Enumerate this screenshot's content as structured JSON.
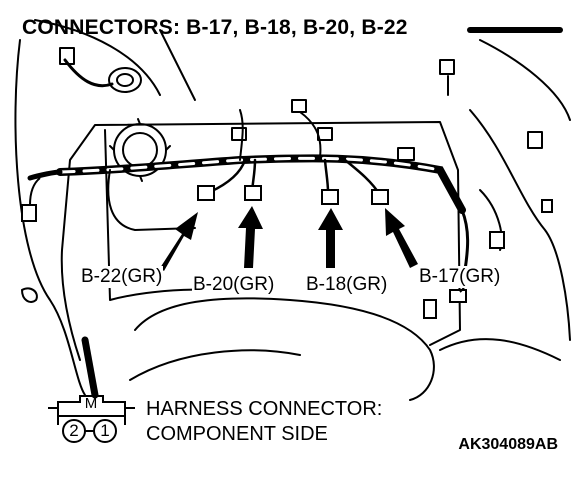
{
  "title": "CONNECTORS: B-17, B-18, B-20, B-22",
  "connectors": [
    {
      "label": "B-22(GR)"
    },
    {
      "label": "B-20(GR)"
    },
    {
      "label": "B-18(GR)"
    },
    {
      "label": "B-17(GR)"
    }
  ],
  "legend": {
    "line1": "HARNESS CONNECTOR:",
    "line2": "COMPONENT SIDE",
    "tab_label": "M",
    "pin_left": "2",
    "pin_right": "1"
  },
  "figure_code": "AK304089AB"
}
